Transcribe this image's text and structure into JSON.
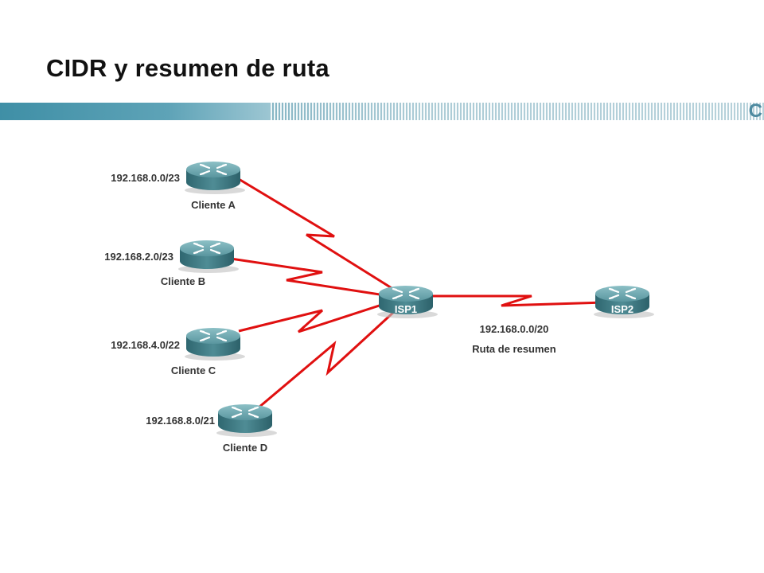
{
  "title": "CIDR y resumen de ruta",
  "banner_letter": "C",
  "colors": {
    "link": "#e01010",
    "router_body": "#3f7d86",
    "router_top": "#6fa8b0",
    "banner": "#3f8fa6"
  },
  "routers": {
    "cliente_a": {
      "name": "Cliente A",
      "network": "192.168.0.0/23"
    },
    "cliente_b": {
      "name": "Cliente B",
      "network": "192.168.2.0/23"
    },
    "cliente_c": {
      "name": "Cliente C",
      "network": "192.168.4.0/22"
    },
    "cliente_d": {
      "name": "Cliente D",
      "network": "192.168.8.0/21"
    },
    "isp1": {
      "name": "ISP1"
    },
    "isp2": {
      "name": "ISP2"
    }
  },
  "summary": {
    "network": "192.168.0.0/20",
    "label": "Ruta de resumen"
  }
}
